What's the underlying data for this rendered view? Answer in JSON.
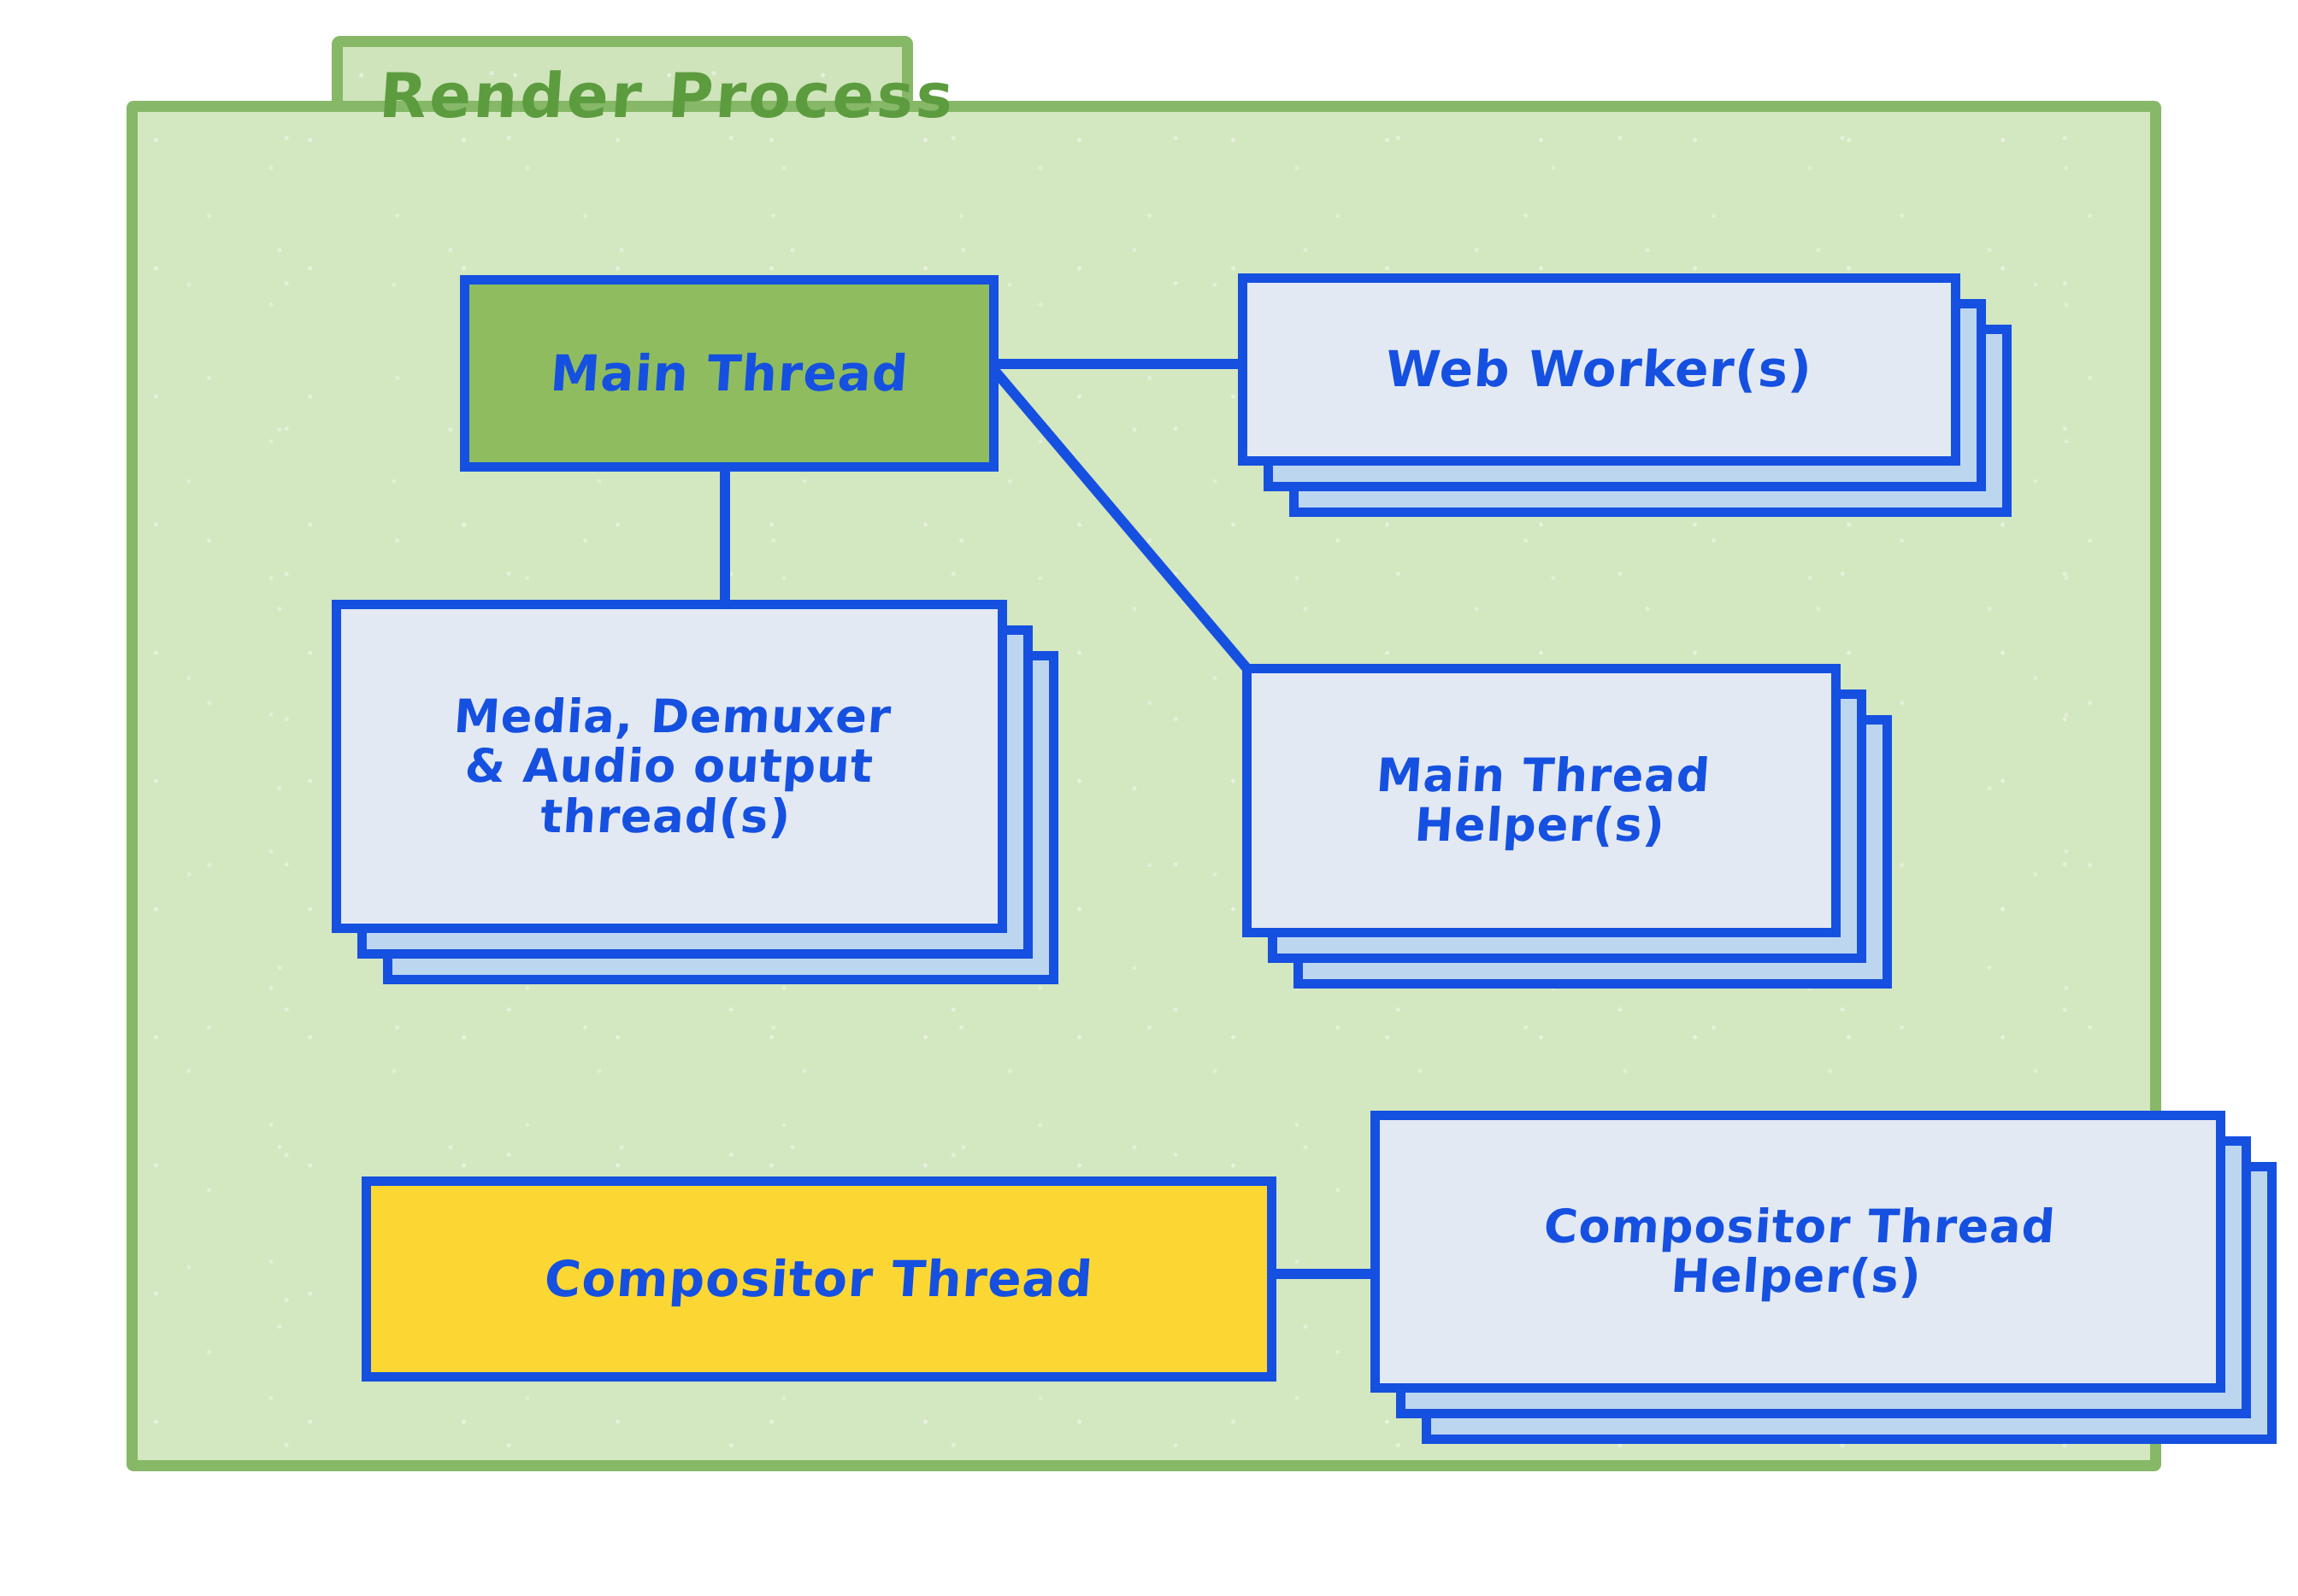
{
  "diagram": {
    "type": "block-diagram",
    "title": "Render Process",
    "container": {
      "label": "Render Process",
      "fill_color": "#d3e7c0",
      "border_color": "#86b867",
      "title_color": "#5c9c3f",
      "shape": "folder-tab"
    },
    "style": {
      "node_border_color": "#1550e0",
      "node_text_color": "#1550e0",
      "paper_fill": "#e3e9f2",
      "stack_fill": "#bdd6ef",
      "green_fill": "#8fbc5f",
      "yellow_fill": "#fcd733"
    },
    "nodes": [
      {
        "id": "main-thread",
        "label": "Main Thread",
        "fill": "#8fbc5f",
        "stacked": false,
        "stack_count": 1
      },
      {
        "id": "web-worker",
        "label": "Web Worker(s)",
        "fill": "#e3e9f2",
        "stacked": true,
        "stack_count": 3
      },
      {
        "id": "media-demuxer-audio",
        "label": "Media, Demuxer\n& Audio output\nthread(s)",
        "fill": "#e3e9f2",
        "stacked": true,
        "stack_count": 3
      },
      {
        "id": "main-thread-helper",
        "label": "Main Thread\nHelper(s)",
        "fill": "#e3e9f2",
        "stacked": true,
        "stack_count": 3
      },
      {
        "id": "compositor-thread",
        "label": "Compositor Thread",
        "fill": "#fcd733",
        "stacked": false,
        "stack_count": 1
      },
      {
        "id": "compositor-thread-helper",
        "label": "Compositor Thread\nHelper(s)",
        "fill": "#e3e9f2",
        "stacked": true,
        "stack_count": 3
      }
    ],
    "edges": [
      {
        "id": "mt-ww",
        "from": "main-thread",
        "to": "web-worker",
        "kind": "horizontal"
      },
      {
        "id": "mt-media",
        "from": "main-thread",
        "to": "media-demuxer-audio",
        "kind": "vertical"
      },
      {
        "id": "mt-mth",
        "from": "main-thread",
        "to": "main-thread-helper",
        "kind": "diagonal"
      },
      {
        "id": "ct-cth",
        "from": "compositor-thread",
        "to": "compositor-thread-helper",
        "kind": "horizontal"
      }
    ]
  }
}
